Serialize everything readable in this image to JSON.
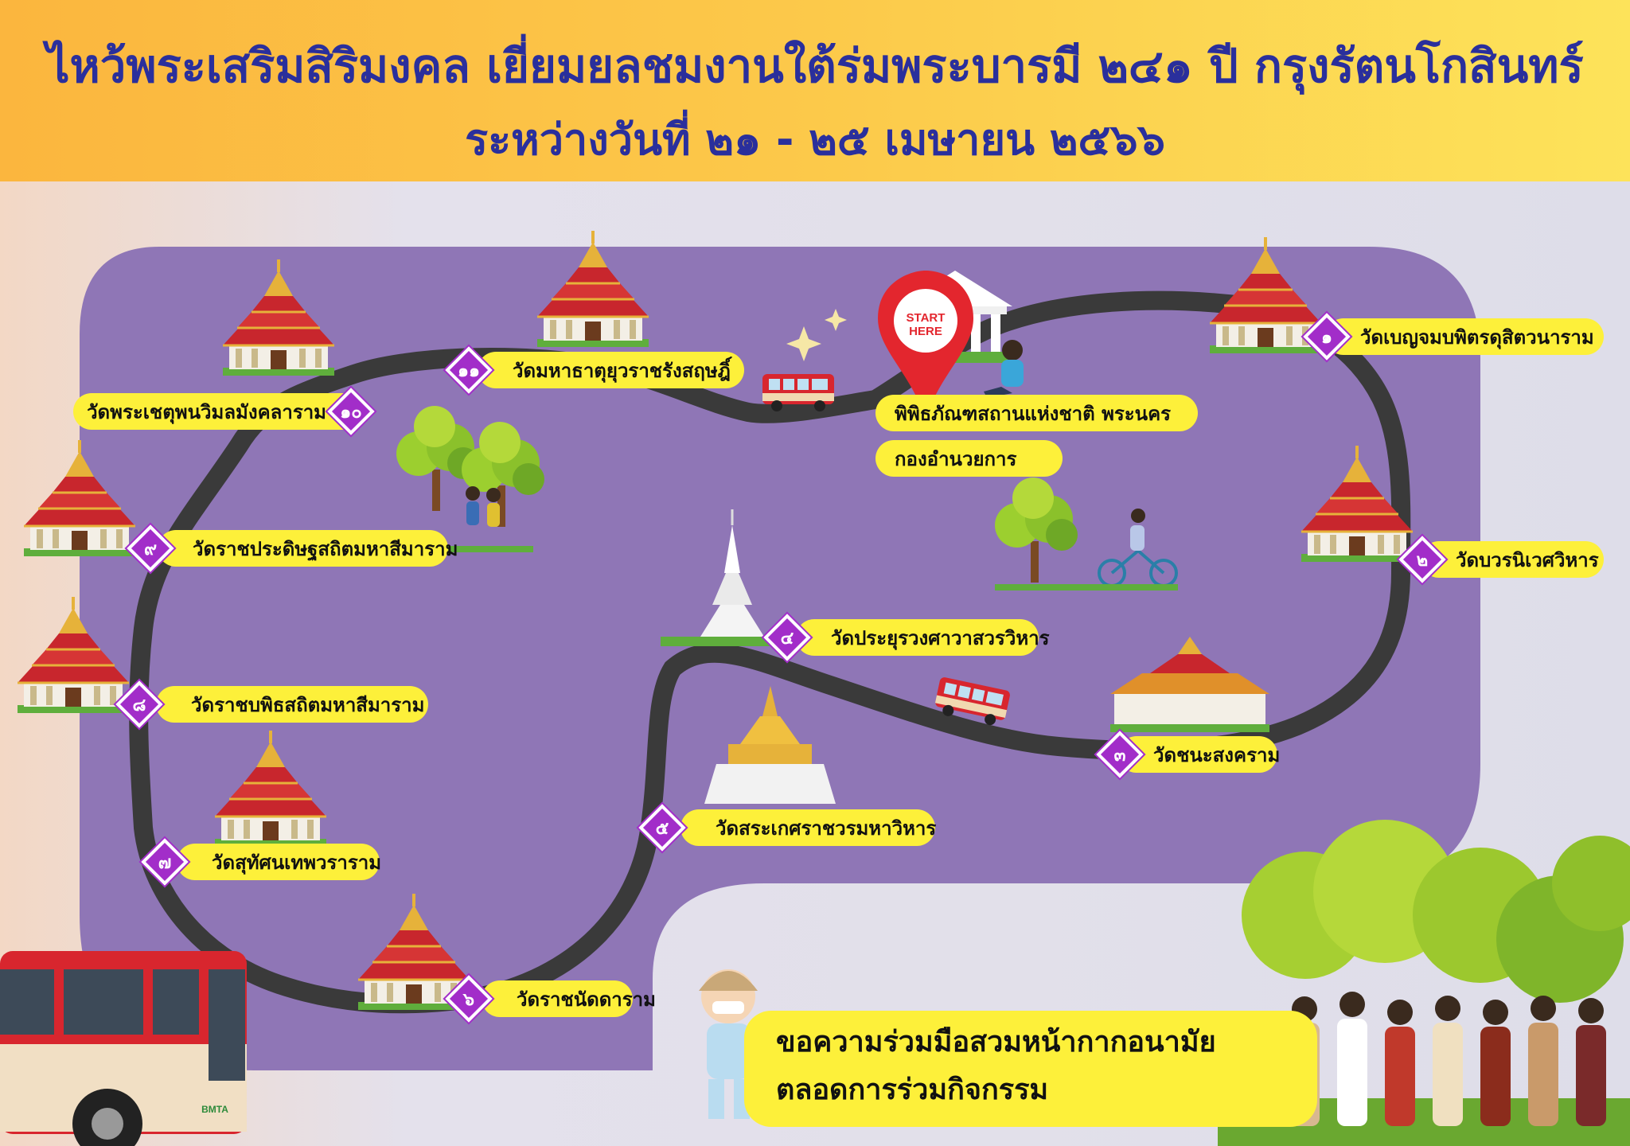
{
  "header": {
    "title_line1": "ไหว้พระเสริมสิริมงคล เยี่ยมยลชมงานใต้ร่มพระบารมี ๒๔๑ ปี กรุงรัตนโกสินทร์",
    "title_line2": "ระหว่างวันที่  ๒๑ - ๒๕  เมษายน  ๒๕๖๖"
  },
  "start": {
    "marker_text_1": "START",
    "marker_text_2": "HERE",
    "place": "พิพิธภัณฑสถานแห่งชาติ พระนคร",
    "sub_place": "กองอำนวยการ"
  },
  "stops": [
    {
      "num": "๑",
      "name": "วัดเบญจมบพิตรดุสิตวนาราม"
    },
    {
      "num": "๒",
      "name": "วัดบวรนิเวศวิหาร"
    },
    {
      "num": "๓",
      "name": "วัดชนะสงคราม"
    },
    {
      "num": "๔",
      "name": "วัดประยุรวงศาวาสวรวิหาร"
    },
    {
      "num": "๕",
      "name": "วัดสระเกศราชวรมหาวิหาร"
    },
    {
      "num": "๖",
      "name": "วัดราชนัดดาราม"
    },
    {
      "num": "๗",
      "name": "วัดสุทัศนเทพวราราม"
    },
    {
      "num": "๘",
      "name": "วัดราชบพิธสถิตมหาสีมาราม"
    },
    {
      "num": "๙",
      "name": "วัดราชประดิษฐสถิตมหาสีมาราม"
    },
    {
      "num": "๑๐",
      "name": "วัดพระเชตุพนวิมลมังคลาราม"
    },
    {
      "num": "๑๑",
      "name": "วัดมหาธาตุยุวราชรังสฤษฎิ์"
    }
  ],
  "mask_message": {
    "line1": "ขอความร่วมมือสวมหน้ากากอนามัย",
    "line2": "ตลอดการร่วมกิจกรรม"
  },
  "bus_logo": "BMTA",
  "colors": {
    "header_gradient": [
      "#fbb63e",
      "#fde35a"
    ],
    "title": "#2a2f9c",
    "map_area": "#8f76b6",
    "road": "#3a3a3a",
    "label_bg": "#fdf03a",
    "badge": "#a22dc9",
    "marker": "#e3262e"
  }
}
